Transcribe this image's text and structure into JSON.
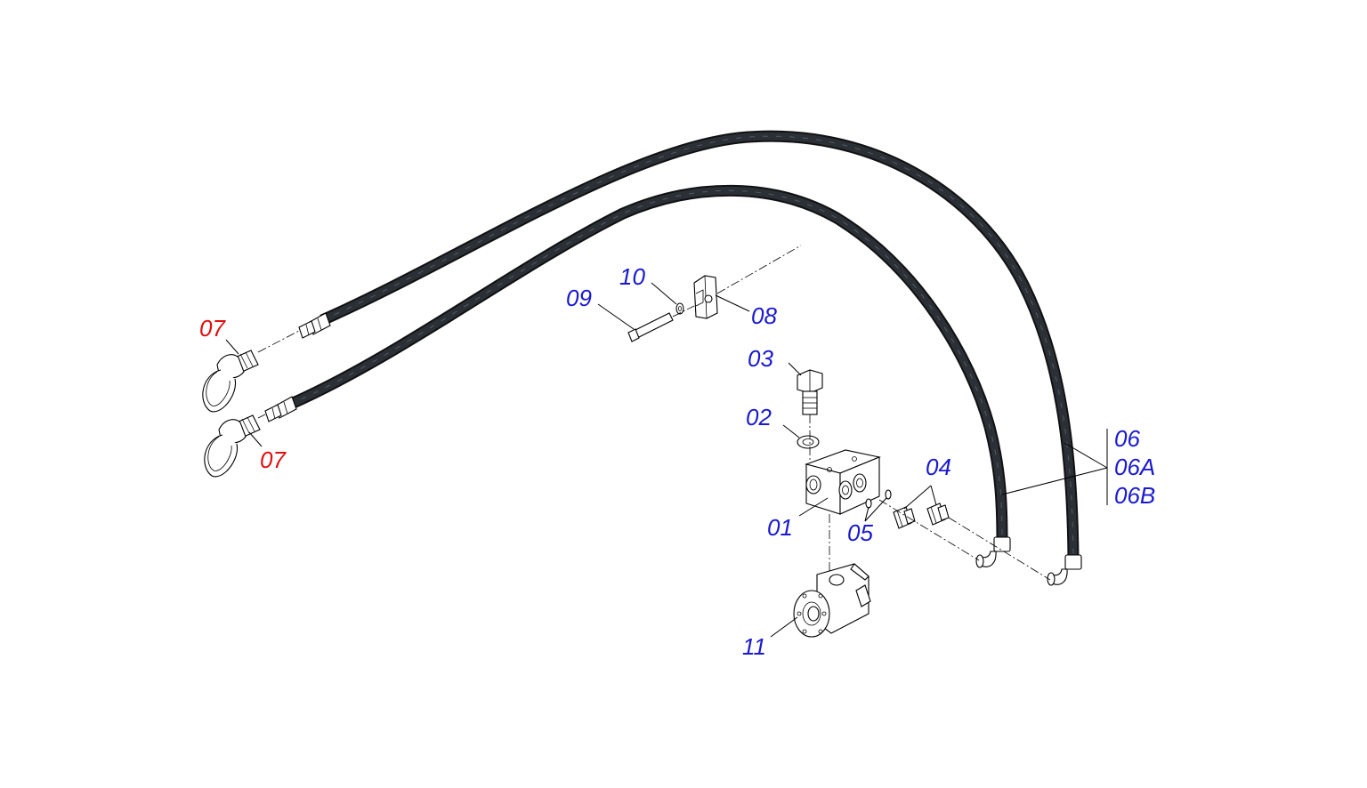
{
  "labels": {
    "p01": "01",
    "p02": "02",
    "p03": "03",
    "p04": "04",
    "p05": "05",
    "p06": "06",
    "p06a": "06A",
    "p06b": "06B",
    "p07_top": "07",
    "p07_bottom": "07",
    "p08": "08",
    "p09": "09",
    "p10": "10",
    "p11": "11"
  },
  "colors": {
    "callout_blue": "#1a1ad0",
    "callout_red": "#e01010",
    "hose": "#2b2f36"
  }
}
